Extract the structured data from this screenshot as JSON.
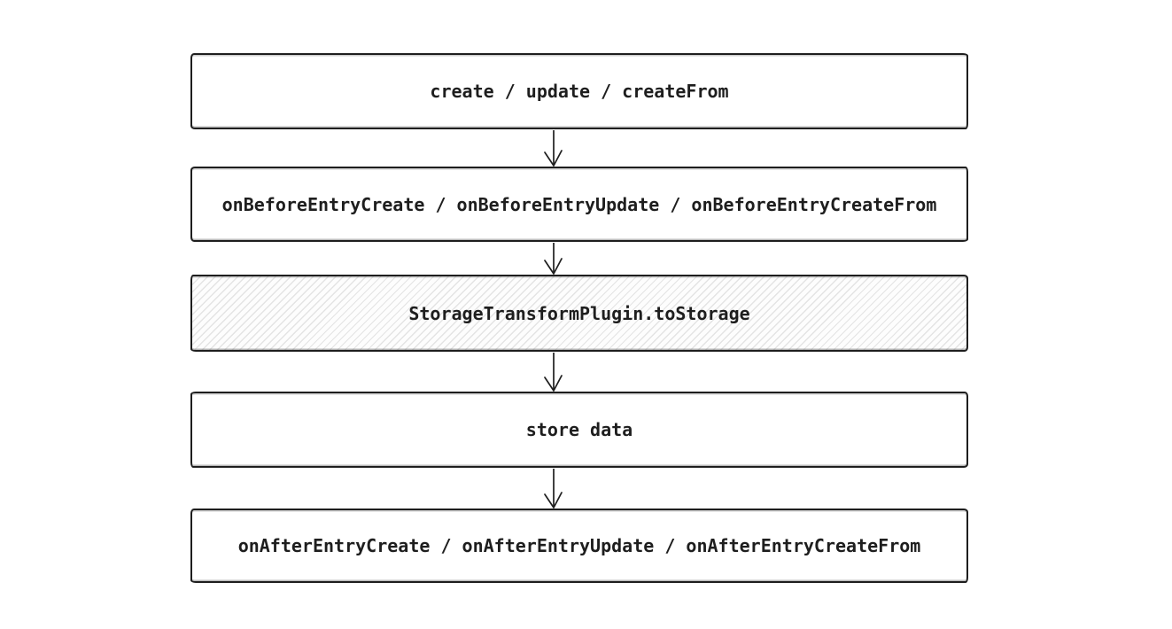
{
  "diagram": {
    "type": "flowchart",
    "direction": "top-to-bottom",
    "colors": {
      "stroke": "#1e1e1e",
      "canvas_background": "#ffffff",
      "node_background": "#ffffff",
      "hatch_line": "#e1e1e1"
    },
    "nodes": [
      {
        "id": "trigger",
        "label": "create / update / createFrom",
        "fill": "solid"
      },
      {
        "id": "before-hooks",
        "label": "onBeforeEntryCreate / onBeforeEntryUpdate / onBeforeEntryCreateFrom",
        "fill": "solid"
      },
      {
        "id": "storage-transform",
        "label": "StorageTransformPlugin.toStorage",
        "fill": "hatched"
      },
      {
        "id": "store-data",
        "label": "store data",
        "fill": "solid"
      },
      {
        "id": "after-hooks",
        "label": "onAfterEntryCreate / onAfterEntryUpdate / onAfterEntryCreateFrom",
        "fill": "solid"
      }
    ],
    "edges": [
      {
        "from": "trigger",
        "to": "before-hooks",
        "arrow": "down"
      },
      {
        "from": "before-hooks",
        "to": "storage-transform",
        "arrow": "down"
      },
      {
        "from": "storage-transform",
        "to": "store-data",
        "arrow": "down"
      },
      {
        "from": "store-data",
        "to": "after-hooks",
        "arrow": "down"
      }
    ]
  }
}
